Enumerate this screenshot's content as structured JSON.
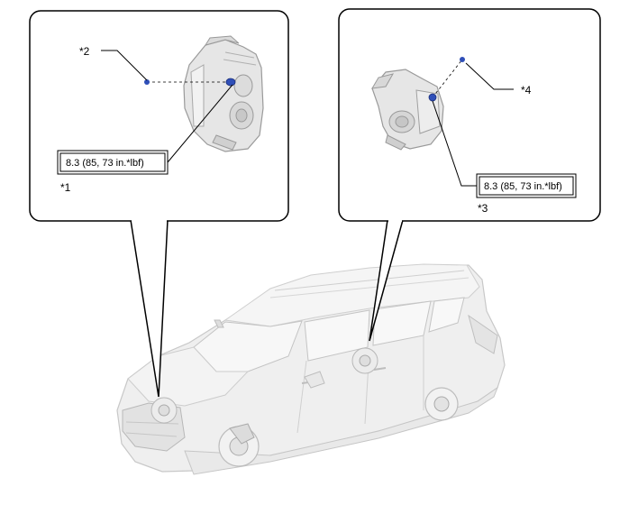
{
  "callouts": {
    "c1": "*1",
    "c2": "*2",
    "c3": "*3",
    "c4": "*4"
  },
  "torque": {
    "front": "8.3 (85, 73 in.*lbf)",
    "rear": "8.3 (85, 73 in.*lbf)"
  },
  "colors": {
    "line": "#000000",
    "bolt": "#2f4fb8",
    "part_fill": "#e6e6e6",
    "part_stroke": "#9a9a9a",
    "car_fill": "#efefef"
  }
}
